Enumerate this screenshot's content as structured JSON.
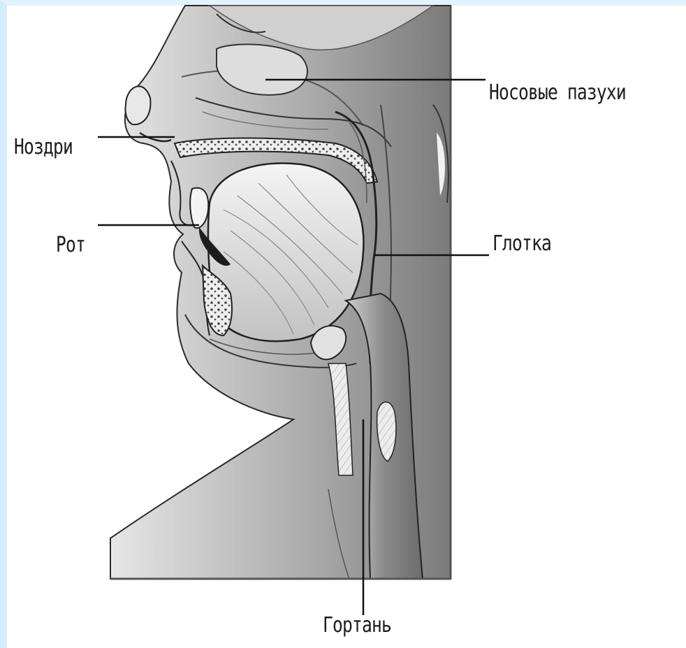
{
  "labels": {
    "sinuses": "Носовые пазухи",
    "nostrils": "Ноздри",
    "mouth": "Рот",
    "pharynx": "Глотка",
    "larynx": "Гортань"
  }
}
